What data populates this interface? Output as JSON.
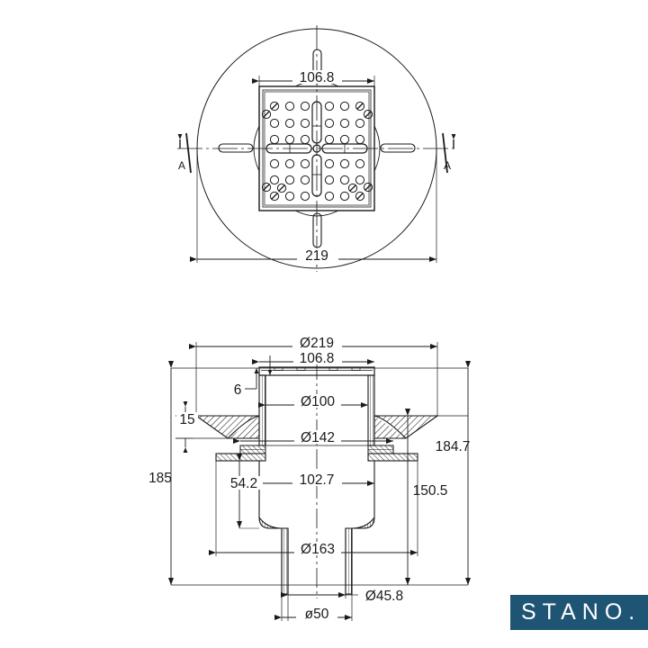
{
  "drawing": {
    "title": "Floor drain technical drawing",
    "background_color": "#ffffff",
    "line_color": "#1a1a1a",
    "views": [
      {
        "name": "top-view",
        "label": ""
      },
      {
        "name": "section-view-a-a",
        "label": ""
      }
    ],
    "section_marker_left": "A",
    "section_marker_left_2": "A",
    "section_marker_right": "A",
    "section_marker_right_2": "A"
  },
  "top_view": {
    "dim_grate_width": "106.8",
    "dim_outer_diameter": "219",
    "hole_rows": 6,
    "hole_cols": 6,
    "slot_count": 4
  },
  "section_view": {
    "dim_flange_diameter": "Ø219",
    "dim_grate_width": "106.8",
    "dim_grate_thickness": "6",
    "dim_wing_height": "15",
    "dim_bore_upper": "Ø100",
    "dim_collar": "Ø142",
    "dim_body_width": "102.7",
    "dim_body_height": "54.2",
    "dim_base_width": "Ø163",
    "dim_outlet_inner": "Ø45.8",
    "dim_outlet_outer": "ø50",
    "dim_total_height_left": "185",
    "dim_height_right_upper": "184.7",
    "dim_height_right_lower": "150.5"
  },
  "logo": {
    "text": "STANO.",
    "background_color": "#1f5574",
    "text_color": "#ffffff"
  }
}
